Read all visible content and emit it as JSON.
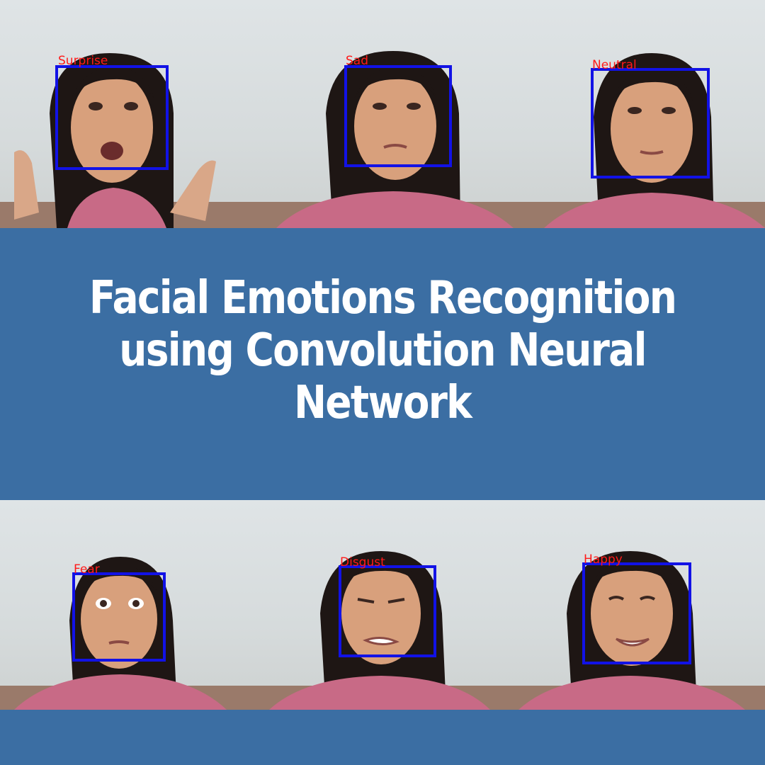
{
  "title": {
    "line1": "Facial Emotions Recognition",
    "line2": "using Convolution Neural Network"
  },
  "frames": [
    {
      "id": "surprise",
      "label": "Surprise"
    },
    {
      "id": "sad",
      "label": "Sad"
    },
    {
      "id": "neutral",
      "label": "Neutral"
    },
    {
      "id": "fear",
      "label": "Fear"
    },
    {
      "id": "disgust",
      "label": "Disgust"
    },
    {
      "id": "happy",
      "label": "Happy"
    }
  ],
  "colors": {
    "banner": "#3b6ea3",
    "title": "#ffffff",
    "face_box": "#1212e6",
    "label": "#ff1a1a"
  }
}
